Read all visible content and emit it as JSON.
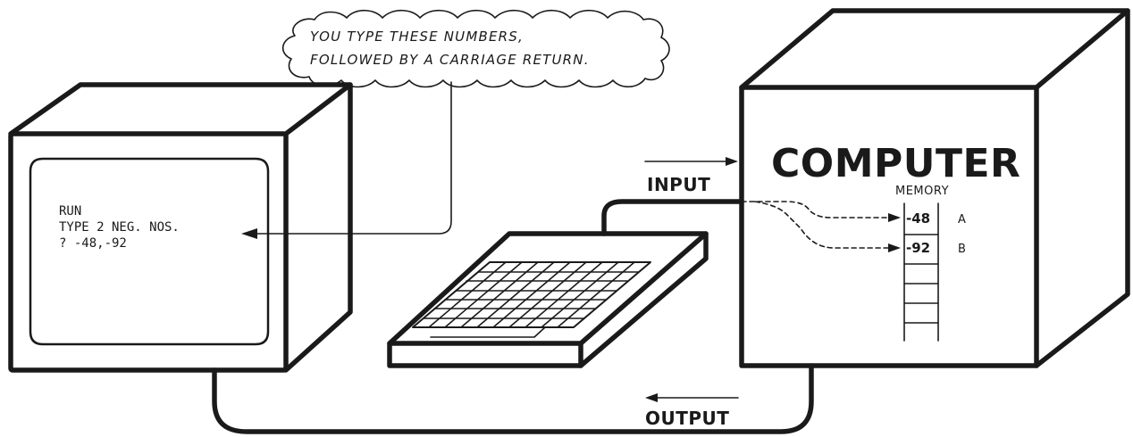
{
  "callout": {
    "line1": "YOU TYPE THESE NUMBERS,",
    "line2": "FOLLOWED BY A CARRIAGE RETURN."
  },
  "screen": {
    "lines": [
      "RUN",
      "TYPE 2 NEG. NOS.",
      "? -48,-92"
    ]
  },
  "computer": {
    "label": "COMPUTER",
    "memory_label": "MEMORY",
    "memory": [
      {
        "value": "-48",
        "name": "A"
      },
      {
        "value": "-92",
        "name": "B"
      }
    ]
  },
  "connections": {
    "input_label": "INPUT",
    "output_label": "OUTPUT"
  }
}
